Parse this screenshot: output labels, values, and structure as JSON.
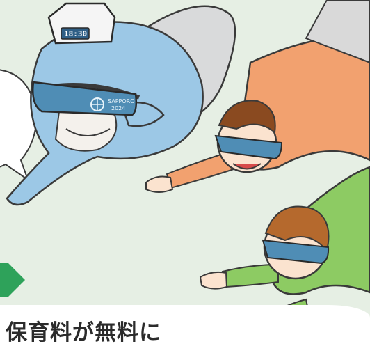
{
  "headline": {
    "text": "保育料が無料に"
  },
  "badges": {
    "clock": "18:30",
    "goggle_brand_line1": "SAPPORO",
    "goggle_brand_line2": "2024"
  },
  "colors": {
    "background": "#e6efe4",
    "dolphin_body": "#9cc8e6",
    "man_shirt": "#f2a16f",
    "woman_shirt": "#8dcb63",
    "accent_green": "#2ea25a",
    "goggle_lens": "#4f8db5"
  },
  "icons": [
    "chevron-right-icon",
    "speech-bubble",
    "goggle-icon"
  ]
}
